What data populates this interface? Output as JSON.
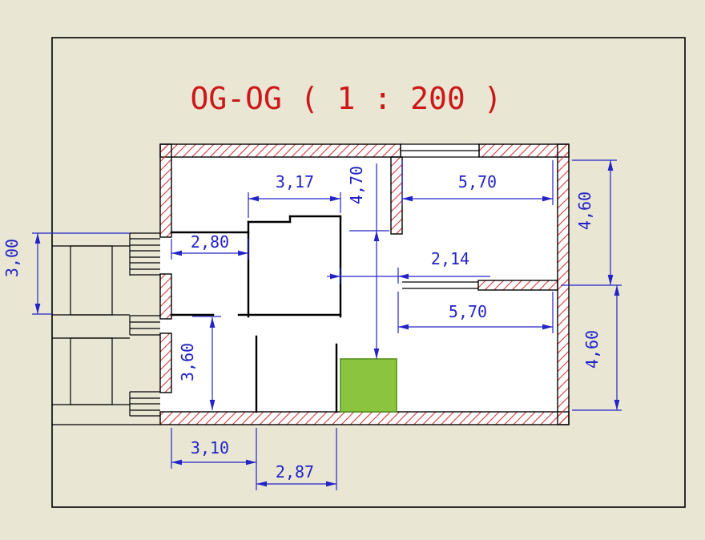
{
  "drawing": {
    "title": "OG-OG ( 1 : 200 )"
  },
  "colors": {
    "background": "#e9e7d4",
    "frame": "#000000",
    "wall_outline": "#000000",
    "hatch": "#d03a3a",
    "dimension": "#2323c8",
    "title": "#cd1719",
    "room_fill": "#8bc53f",
    "room_stroke": "#55911e"
  },
  "dimensions": {
    "room_top_width": "3,17",
    "hall_depth": "4,70",
    "right_top_width": "5,70",
    "right_top_depth": "4,60",
    "left_room_width": "2,80",
    "stair_bay_depth": "3,00",
    "hall_width": "2,14",
    "right_bottom_width": "5,70",
    "right_bottom_depth": "4,60",
    "lower_left_depth": "3,60",
    "bottom_left_width": "3,10",
    "bottom_center_width": "2,87"
  }
}
